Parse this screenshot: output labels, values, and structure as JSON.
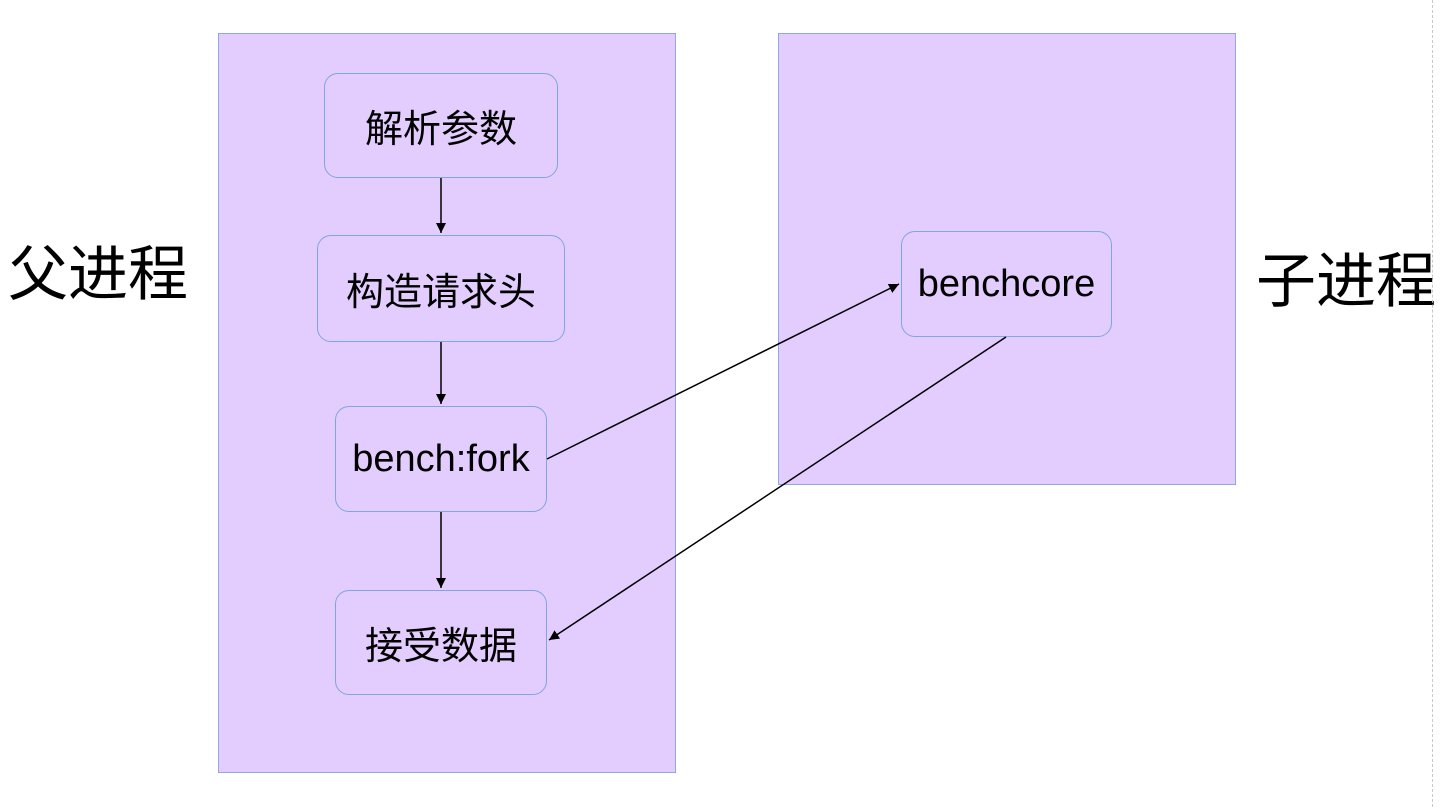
{
  "labels": {
    "parent_process": "父进程",
    "child_process": "子进程"
  },
  "nodes": {
    "parse_args": "解析参数",
    "build_request_header": "构造请求头",
    "bench_fork": "bench:fork",
    "receive_data": "接受数据",
    "benchcore": "benchcore"
  },
  "colors": {
    "container_fill": "#e3ccfe",
    "container_border": "#8fa9e0",
    "node_border": "#7ea6e0",
    "edge": "#000000"
  }
}
